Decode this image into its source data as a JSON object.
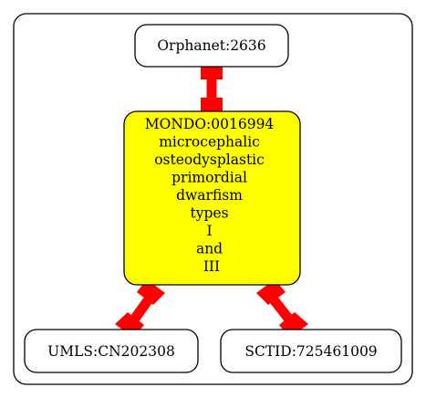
{
  "colors": {
    "edge": "#ff0000",
    "center_fill": "#ffff00",
    "node_fill": "#ffffff",
    "stroke": "#000000"
  },
  "nodes": {
    "orphanet": {
      "label": "Orphanet:2636"
    },
    "mondo": {
      "lines": [
        "MONDO:0016994",
        "microcephalic",
        "osteodysplastic",
        "primordial",
        "dwarfism",
        "types",
        "I",
        "and",
        "III"
      ]
    },
    "umls": {
      "label": "UMLS:CN202308"
    },
    "sctid": {
      "label": "SCTID:725461009"
    }
  }
}
